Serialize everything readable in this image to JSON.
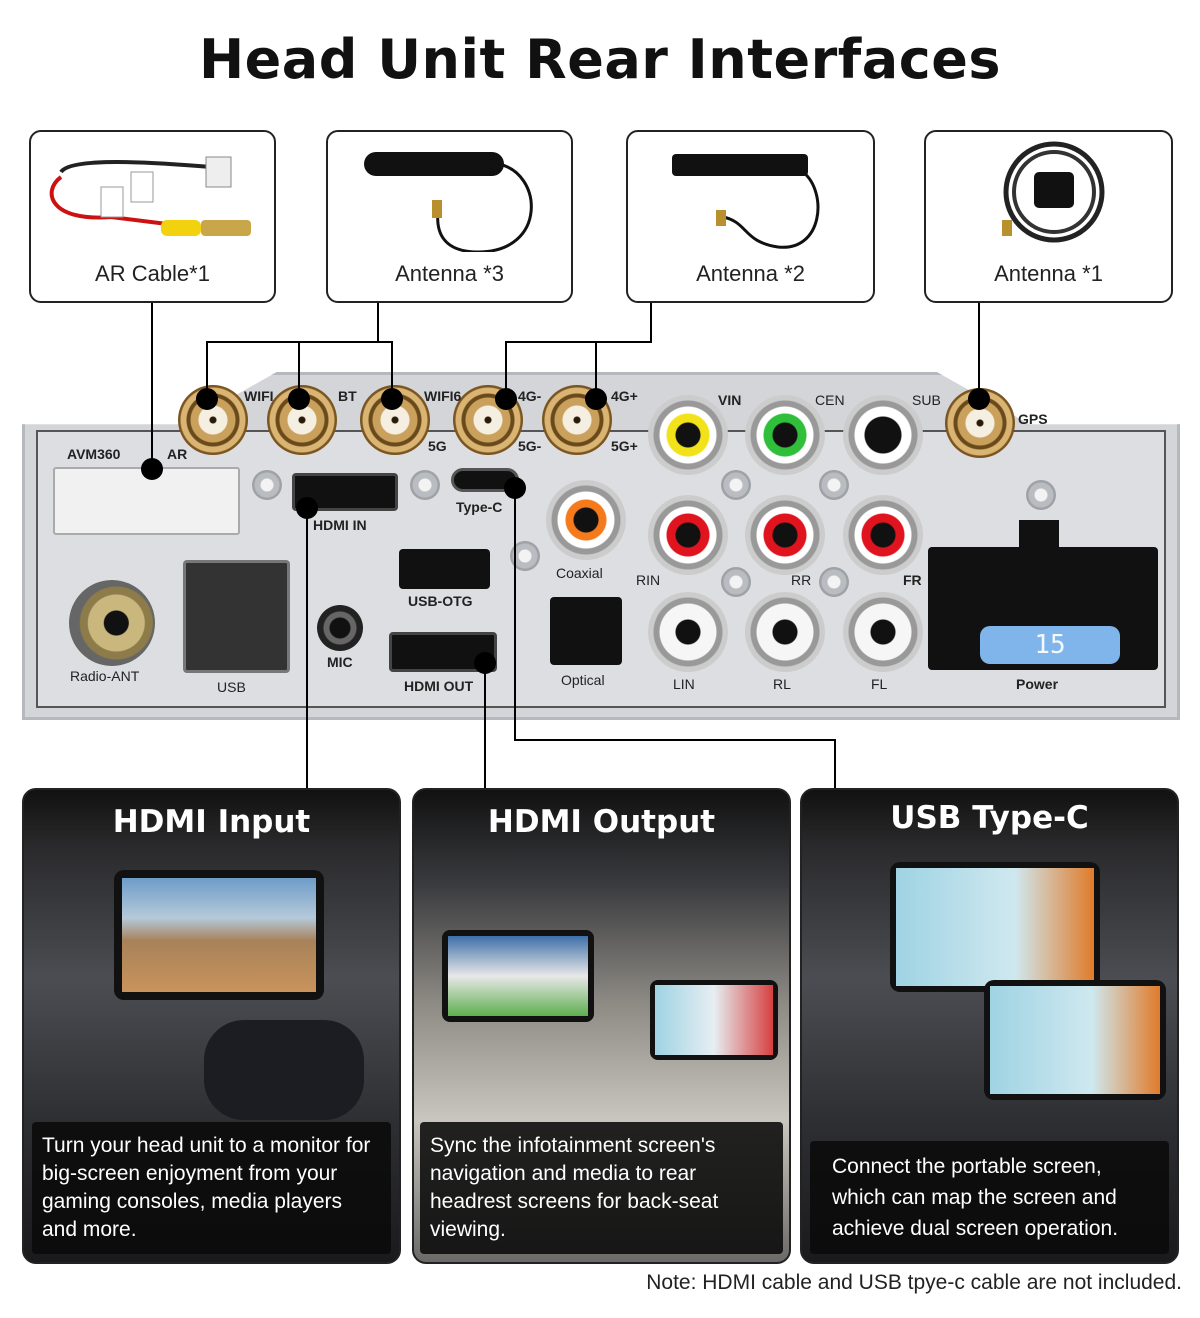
{
  "title": "Head Unit Rear Interfaces",
  "accessories": [
    {
      "label": "AR Cable*1"
    },
    {
      "label": "Antenna *3"
    },
    {
      "label": "Antenna *2"
    },
    {
      "label": "Antenna *1"
    }
  ],
  "ports": {
    "wifi": "WIFI",
    "bt": "BT",
    "wifi6": "WIFI6",
    "g4minus": "4G-",
    "g4plus": "4G+",
    "g5a": "5G",
    "g5minus": "5G-",
    "g5plus": "5G+",
    "gps": "GPS",
    "avm360": "AVM360",
    "ar": "AR",
    "hdmi_in": "HDMI  IN",
    "type_c": "Type-C",
    "coaxial": "Coaxial",
    "usb_otg": "USB-OTG",
    "radio_ant": "Radio-ANT",
    "usb": "USB",
    "mic": "MIC",
    "hdmi_out": "HDMI  OUT",
    "optical": "Optical",
    "vin": "VIN",
    "cen": "CEN",
    "sub": "SUB",
    "rin": "RIN",
    "rr": "RR",
    "fr": "FR",
    "lin": "LIN",
    "rl": "RL",
    "fl": "FL",
    "power": "Power",
    "fuse": "15"
  },
  "features": [
    {
      "title": "HDMI Input",
      "caption": "Turn your head unit to a monitor for big-screen enjoyment from your gaming consoles, media players and more."
    },
    {
      "title": "HDMI Output",
      "caption": "Sync the infotainment screen's navigation and media to rear headrest screens for back-seat viewing."
    },
    {
      "title": "USB Type-C",
      "caption": "Connect the portable screen, which can map the screen and achieve dual screen operation."
    }
  ],
  "note": "Note: HDMI cable and USB tpye-c cable are not included.",
  "colors": {
    "vin": "#f2e21a",
    "cen": "#2fbf3a",
    "red": "#e0141e",
    "coax": "#f47a1c",
    "fuse": "#7fb5ea",
    "gold": "#caa15c"
  }
}
